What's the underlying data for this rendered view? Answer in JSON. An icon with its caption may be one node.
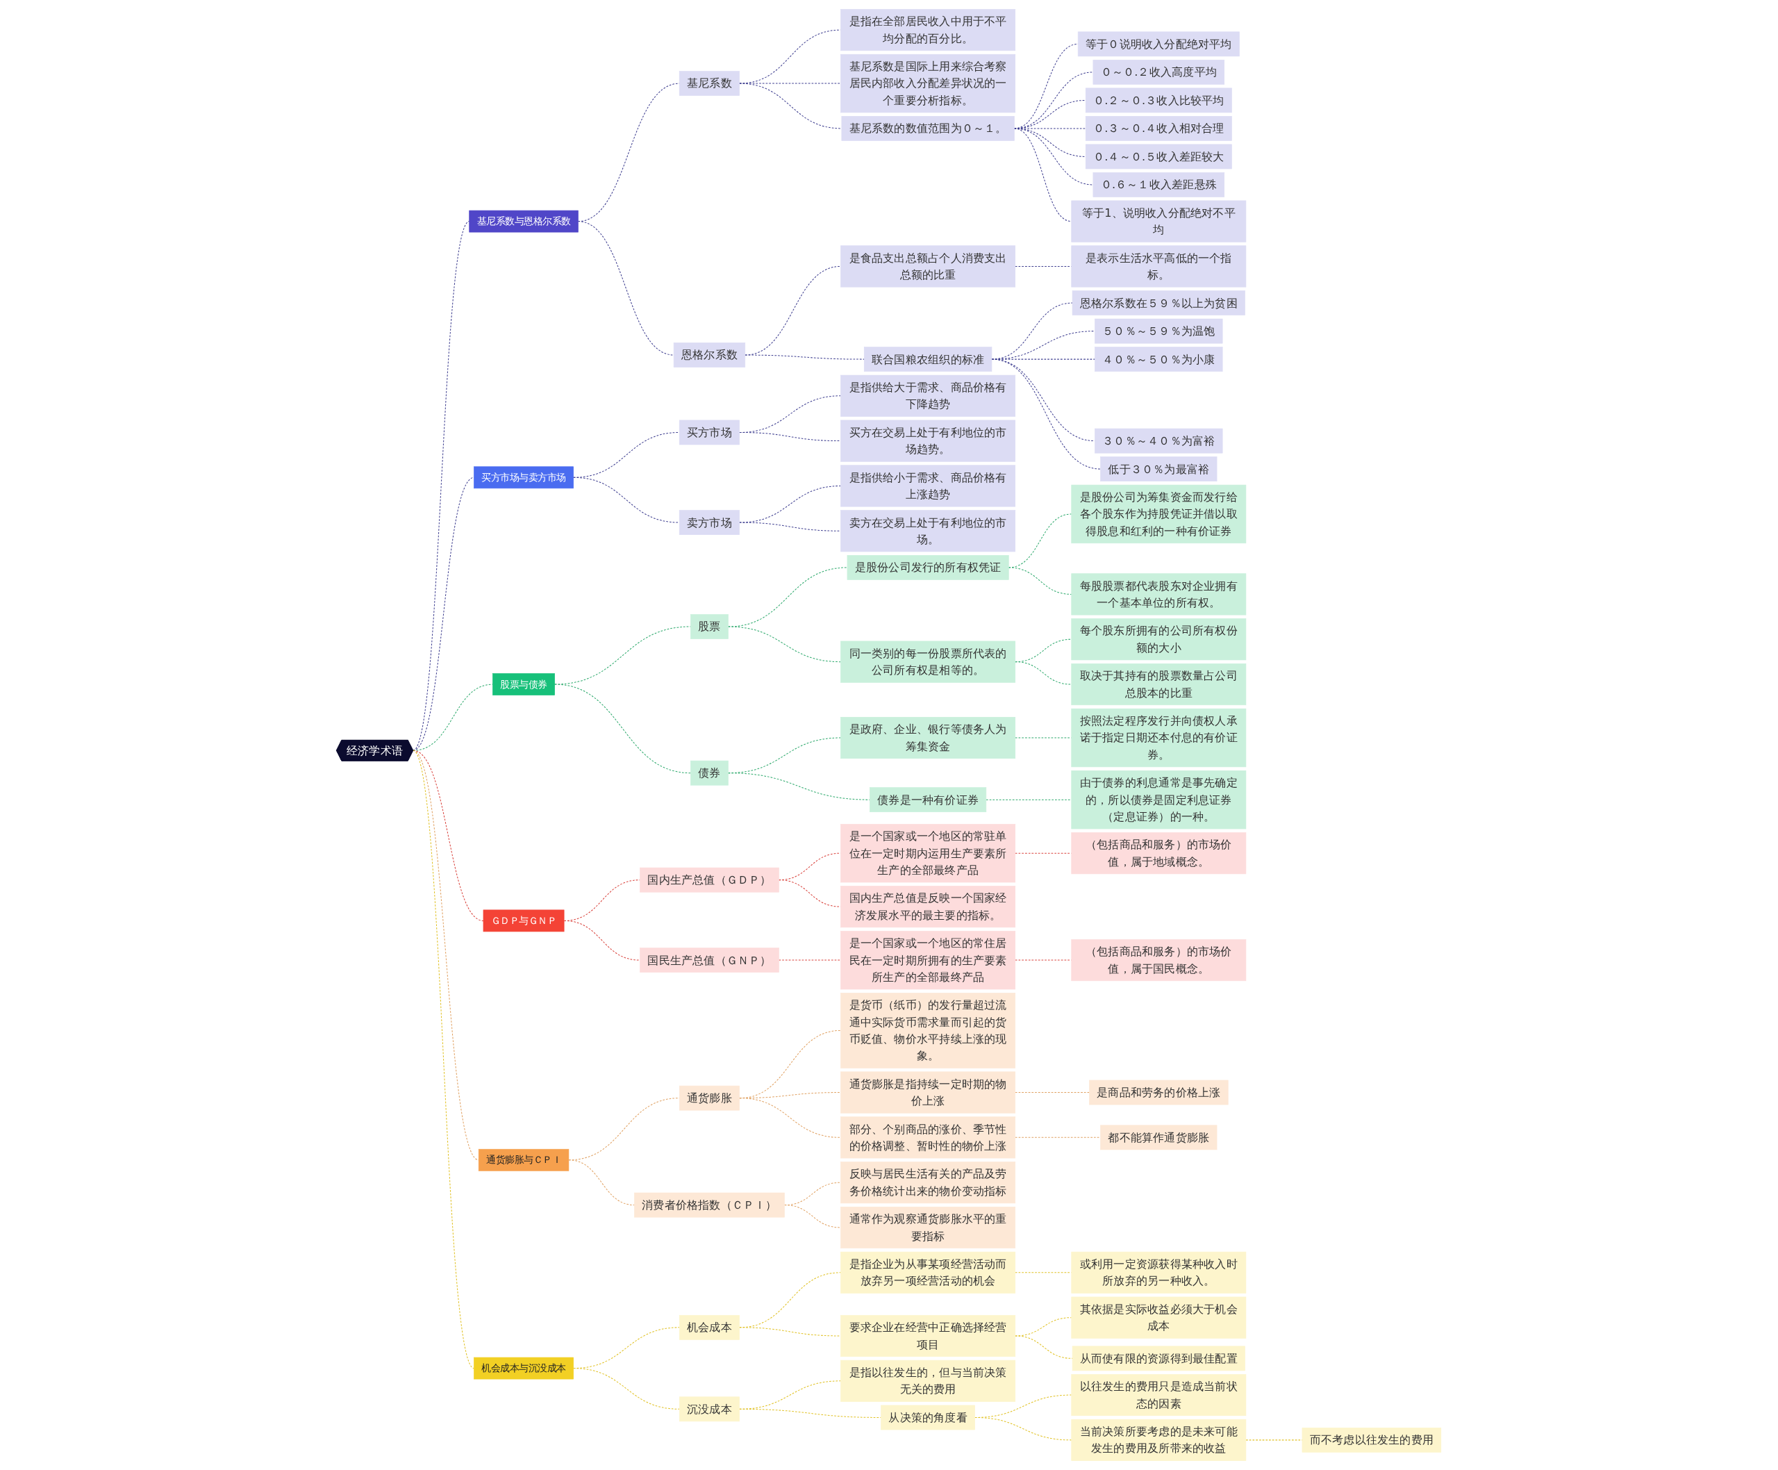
{
  "diagram": {
    "nodes": [
      {
        "text": [
          "经济学术语"
        ]
      },
      {
        "text": [
          "基尼系数与恩格尔系数"
        ]
      },
      {
        "text": [
          "基尼系数"
        ]
      },
      {
        "text": [
          "是指在全部居民收入中用于不平均分配的百分比。"
        ]
      },
      {
        "text": [
          "基尼系数是国际上用来综合考察居民内部收入分配差异状况的一个重要分析指标。"
        ]
      },
      {
        "text": [
          "基尼系数的数值范围为０～１。"
        ]
      },
      {
        "text": [
          "等于０说明收入分配绝对平均"
        ]
      },
      {
        "text": [
          "０～０.２收入高度平均"
        ]
      },
      {
        "text": [
          "０.２～０.３收入比较平均"
        ]
      },
      {
        "text": [
          "０.３～０.４收入相对合理"
        ]
      },
      {
        "text": [
          "０.４～０.５收入差距较大"
        ]
      },
      {
        "text": [
          "０.６～１收入差距悬殊"
        ]
      },
      {
        "text": [
          "等于1、说明收入分配绝对不平均"
        ]
      },
      {
        "text": [
          "恩格尔系数"
        ]
      },
      {
        "text": [
          "是食品支出总额占个人消费支出总额的比重"
        ]
      },
      {
        "text": [
          "是表示生活水平高低的一个指标。"
        ]
      },
      {
        "text": [
          "联合国粮农组织的标准"
        ]
      },
      {
        "text": [
          "恩格尔系数在５９％以上为贫困"
        ]
      },
      {
        "text": [
          "５０％～５９％为温饱"
        ]
      },
      {
        "text": [
          "４０％～５０％为小康"
        ]
      },
      {
        "text": [
          "３０％～４０％为富裕"
        ]
      },
      {
        "text": [
          "低于３０％为最富裕"
        ]
      },
      {
        "text": [
          "买方市场与卖方市场"
        ]
      },
      {
        "text": [
          "买方市场"
        ]
      },
      {
        "text": [
          "是指供给大于需求、商品价格有下降趋势"
        ]
      },
      {
        "text": [
          "买方在交易上处于有利地位的市场趋势。"
        ]
      },
      {
        "text": [
          "卖方市场"
        ]
      },
      {
        "text": [
          "是指供给小于需求、商品价格有上涨趋势"
        ]
      },
      {
        "text": [
          "卖方在交易上处于有利地位的市场。"
        ]
      },
      {
        "text": [
          "股票与债券"
        ]
      },
      {
        "text": [
          "股票"
        ]
      },
      {
        "text": [
          "是股份公司发行的所有权凭证"
        ]
      },
      {
        "text": [
          "是股份公司为筹集资金而发行给各个股东作为持股凭证并借以取得股息和红利的一种有价证券"
        ]
      },
      {
        "text": [
          "每股股票都代表股东对企业拥有一个基本单位的所有权。"
        ]
      },
      {
        "text": [
          "同一类别的每一份股票所代表的公司所有权是相等的。"
        ]
      },
      {
        "text": [
          "每个股东所拥有的公司所有权份额的大小"
        ]
      },
      {
        "text": [
          "取决于其持有的股票数量占公司总股本的比重"
        ]
      },
      {
        "text": [
          "债券"
        ]
      },
      {
        "text": [
          "是政府、企业、银行等债务人为筹集资金"
        ]
      },
      {
        "text": [
          "按照法定程序发行并向债权人承诺于指定日期还本付息的有价证券。"
        ]
      },
      {
        "text": [
          "债券是一种有价证券"
        ]
      },
      {
        "text": [
          "由于债券的利息通常是事先确定的，所以债券是固定利息证券（定息证券）的一种。"
        ]
      },
      {
        "text": [
          "ＧＤＰ与ＧＮＰ"
        ]
      },
      {
        "text": [
          "国内生产总值（ＧＤＰ）"
        ]
      },
      {
        "text": [
          "是一个国家或一个地区的常驻单位在一定时期内运用生产要素所生产的全部最终产品"
        ]
      },
      {
        "text": [
          "（包括商品和服务）的市场价值，属于地域概念。"
        ]
      },
      {
        "text": [
          "国内生产总值是反映一个国家经济发展水平的最主要的指标。"
        ]
      },
      {
        "text": [
          "国民生产总值（ＧＮＰ）"
        ]
      },
      {
        "text": [
          "是一个国家或一个地区的常住居民在一定时期所拥有的生产要素所生产的全部最终产品"
        ]
      },
      {
        "text": [
          "（包括商品和服务）的市场价值，属于国民概念。"
        ]
      },
      {
        "text": [
          "通货膨胀与ＣＰＩ"
        ]
      },
      {
        "text": [
          "通货膨胀"
        ]
      },
      {
        "text": [
          "是货币（纸币）的发行量超过流通中实际货币需求量而引起的货币贬值、物价水平持续上涨的现象。"
        ]
      },
      {
        "text": [
          "通货膨胀是指持续一定时期的物价上涨"
        ]
      },
      {
        "text": [
          "是商品和劳务的价格上涨"
        ]
      },
      {
        "text": [
          "部分、个别商品的涨价、季节性的价格调整、暂时性的物价上涨"
        ]
      },
      {
        "text": [
          "都不能算作通货膨胀"
        ]
      },
      {
        "text": [
          "消费者价格指数（ＣＰＩ）"
        ]
      },
      {
        "text": [
          "反映与居民生活有关的产品及劳务价格统计出来的物价变动指标"
        ]
      },
      {
        "text": [
          "通常作为观察通货膨胀水平的重要指标"
        ]
      },
      {
        "text": [
          "机会成本与沉没成本"
        ]
      },
      {
        "text": [
          "机会成本"
        ]
      },
      {
        "text": [
          "是指企业为从事某项经营活动而放弃另一项经营活动的机会"
        ]
      },
      {
        "text": [
          "或利用一定资源获得某种收入时所放弃的另一种收入。"
        ]
      },
      {
        "text": [
          "要求企业在经营中正确选择经营项目"
        ]
      },
      {
        "text": [
          "其依据是实际收益必须大于机会成本"
        ]
      },
      {
        "text": [
          "从而使有限的资源得到最佳配置"
        ]
      },
      {
        "text": [
          "沉没成本"
        ]
      },
      {
        "text": [
          "是指以往发生的，但与当前决策无关的费用"
        ]
      },
      {
        "text": [
          "从决策的角度看"
        ]
      },
      {
        "text": [
          "以往发生的费用只是造成当前状态的因素"
        ]
      },
      {
        "text": [
          "当前决策所要考虑的是未来可能发生的费用及所带来的收益"
        ]
      },
      {
        "text": [
          "而不考虑以往发生的费用"
        ]
      }
    ],
    "edges": [
      {
        "from": 0,
        "to": 1,
        "arrow": "none",
        "style": "dashed"
      },
      {
        "from": 1,
        "to": 2,
        "arrow": "none",
        "style": "dashed"
      },
      {
        "from": 2,
        "to": 3,
        "arrow": "none",
        "style": "dashed"
      },
      {
        "from": 2,
        "to": 4,
        "arrow": "none",
        "style": "dashed"
      },
      {
        "from": 2,
        "to": 5,
        "arrow": "none",
        "style": "dashed"
      },
      {
        "from": 5,
        "to": 6,
        "arrow": "none",
        "style": "dashed"
      },
      {
        "from": 5,
        "to": 7,
        "arrow": "none",
        "style": "dashed"
      },
      {
        "from": 5,
        "to": 8,
        "arrow": "none",
        "style": "dashed"
      },
      {
        "from": 5,
        "to": 9,
        "arrow": "none",
        "style": "dashed"
      },
      {
        "from": 5,
        "to": 10,
        "arrow": "none",
        "style": "dashed"
      },
      {
        "from": 5,
        "to": 11,
        "arrow": "none",
        "style": "dashed"
      },
      {
        "from": 5,
        "to": 12,
        "arrow": "none",
        "style": "dashed"
      },
      {
        "from": 1,
        "to": 13,
        "arrow": "none",
        "style": "dashed"
      },
      {
        "from": 13,
        "to": 14,
        "arrow": "none",
        "style": "dashed"
      },
      {
        "from": 14,
        "to": 15,
        "arrow": "none",
        "style": "dashed"
      },
      {
        "from": 13,
        "to": 16,
        "arrow": "none",
        "style": "dashed"
      },
      {
        "from": 16,
        "to": 17,
        "arrow": "none",
        "style": "dashed"
      },
      {
        "from": 16,
        "to": 18,
        "arrow": "none",
        "style": "dashed"
      },
      {
        "from": 16,
        "to": 19,
        "arrow": "none",
        "style": "dashed"
      },
      {
        "from": 16,
        "to": 20,
        "arrow": "none",
        "style": "dashed"
      },
      {
        "from": 16,
        "to": 21,
        "arrow": "none",
        "style": "dashed"
      },
      {
        "from": 0,
        "to": 22,
        "arrow": "none",
        "style": "dashed"
      },
      {
        "from": 22,
        "to": 23,
        "arrow": "none",
        "style": "dashed"
      },
      {
        "from": 23,
        "to": 24,
        "arrow": "none",
        "style": "dashed"
      },
      {
        "from": 23,
        "to": 25,
        "arrow": "none",
        "style": "dashed"
      },
      {
        "from": 22,
        "to": 26,
        "arrow": "none",
        "style": "dashed"
      },
      {
        "from": 26,
        "to": 27,
        "arrow": "none",
        "style": "dashed"
      },
      {
        "from": 26,
        "to": 28,
        "arrow": "none",
        "style": "dashed"
      },
      {
        "from": 0,
        "to": 29,
        "arrow": "none",
        "style": "dashed",
        "color": "#2aa86a"
      },
      {
        "from": 29,
        "to": 30,
        "arrow": "none",
        "style": "dashed",
        "color": "#2aa86a"
      },
      {
        "from": 30,
        "to": 31,
        "arrow": "none",
        "style": "dashed",
        "color": "#2aa86a"
      },
      {
        "from": 31,
        "to": 32,
        "arrow": "none",
        "style": "dashed",
        "color": "#2aa86a"
      },
      {
        "from": 31,
        "to": 33,
        "arrow": "none",
        "style": "dashed",
        "color": "#2aa86a"
      },
      {
        "from": 30,
        "to": 34,
        "arrow": "none",
        "style": "dashed",
        "color": "#2aa86a"
      },
      {
        "from": 34,
        "to": 35,
        "arrow": "none",
        "style": "dashed",
        "color": "#2aa86a"
      },
      {
        "from": 34,
        "to": 36,
        "arrow": "none",
        "style": "dashed",
        "color": "#2aa86a"
      },
      {
        "from": 29,
        "to": 37,
        "arrow": "none",
        "style": "dashed",
        "color": "#2aa86a"
      },
      {
        "from": 37,
        "to": 38,
        "arrow": "none",
        "style": "dashed",
        "color": "#2aa86a"
      },
      {
        "from": 38,
        "to": 39,
        "arrow": "none",
        "style": "dashed",
        "color": "#2aa86a"
      },
      {
        "from": 37,
        "to": 40,
        "arrow": "none",
        "style": "dashed",
        "color": "#2aa86a"
      },
      {
        "from": 40,
        "to": 41,
        "arrow": "none",
        "style": "dashed",
        "color": "#2aa86a"
      },
      {
        "from": 0,
        "to": 42,
        "arrow": "none",
        "style": "dashed",
        "color": "#d9403a"
      },
      {
        "from": 42,
        "to": 43,
        "arrow": "none",
        "style": "dashed",
        "color": "#d9403a"
      },
      {
        "from": 43,
        "to": 44,
        "arrow": "none",
        "style": "dashed",
        "color": "#d9403a"
      },
      {
        "from": 44,
        "to": 45,
        "arrow": "none",
        "style": "dashed",
        "color": "#d9403a"
      },
      {
        "from": 43,
        "to": 46,
        "arrow": "none",
        "style": "dashed",
        "color": "#d9403a"
      },
      {
        "from": 42,
        "to": 47,
        "arrow": "none",
        "style": "dashed",
        "color": "#d9403a"
      },
      {
        "from": 47,
        "to": 48,
        "arrow": "none",
        "style": "dashed",
        "color": "#d9403a"
      },
      {
        "from": 48,
        "to": 49,
        "arrow": "none",
        "style": "dashed",
        "color": "#d9403a"
      },
      {
        "from": 0,
        "to": 50,
        "arrow": "none",
        "style": "dashed",
        "color": "#e0a060"
      },
      {
        "from": 50,
        "to": 51,
        "arrow": "none",
        "style": "dashed",
        "color": "#e0a060"
      },
      {
        "from": 51,
        "to": 52,
        "arrow": "none",
        "style": "dashed",
        "color": "#e0a060"
      },
      {
        "from": 51,
        "to": 53,
        "arrow": "none",
        "style": "dashed",
        "color": "#e0a060"
      },
      {
        "from": 53,
        "to": 54,
        "arrow": "none",
        "style": "dashed",
        "color": "#e0a060"
      },
      {
        "from": 51,
        "to": 55,
        "arrow": "none",
        "style": "dashed",
        "color": "#e0a060"
      },
      {
        "from": 55,
        "to": 56,
        "arrow": "none",
        "style": "dashed",
        "color": "#e0a060"
      },
      {
        "from": 50,
        "to": 57,
        "arrow": "none",
        "style": "dashed",
        "color": "#e0a060"
      },
      {
        "from": 57,
        "to": 58,
        "arrow": "none",
        "style": "dashed",
        "color": "#e0a060"
      },
      {
        "from": 57,
        "to": 59,
        "arrow": "none",
        "style": "dashed",
        "color": "#e0a060"
      },
      {
        "from": 0,
        "to": 60,
        "arrow": "none",
        "style": "dashed",
        "color": "#e0c020"
      },
      {
        "from": 60,
        "to": 61,
        "arrow": "none",
        "style": "dashed",
        "color": "#e0c020"
      },
      {
        "from": 61,
        "to": 62,
        "arrow": "none",
        "style": "dashed",
        "color": "#e0c020"
      },
      {
        "from": 62,
        "to": 63,
        "arrow": "none",
        "style": "dashed",
        "color": "#e0c020"
      },
      {
        "from": 61,
        "to": 64,
        "arrow": "none",
        "style": "dashed",
        "color": "#e0c020"
      },
      {
        "from": 64,
        "to": 65,
        "arrow": "none",
        "style": "dashed",
        "color": "#e0c020"
      },
      {
        "from": 64,
        "to": 66,
        "arrow": "none",
        "style": "dashed",
        "color": "#e0c020"
      },
      {
        "from": 60,
        "to": 67,
        "arrow": "none",
        "style": "dashed",
        "color": "#e0c020"
      },
      {
        "from": 67,
        "to": 68,
        "arrow": "none",
        "style": "dashed",
        "color": "#e0c020"
      },
      {
        "from": 67,
        "to": 69,
        "arrow": "none",
        "style": "dashed",
        "color": "#e0c020"
      },
      {
        "from": 69,
        "to": 70,
        "arrow": "none",
        "style": "dashed",
        "color": "#e0c020"
      },
      {
        "from": 69,
        "to": 71,
        "arrow": "none",
        "style": "dashed",
        "color": "#e0c020"
      },
      {
        "from": 71,
        "to": 72,
        "arrow": "none",
        "style": "dashed",
        "color": "#e0c020"
      }
    ]
  }
}
